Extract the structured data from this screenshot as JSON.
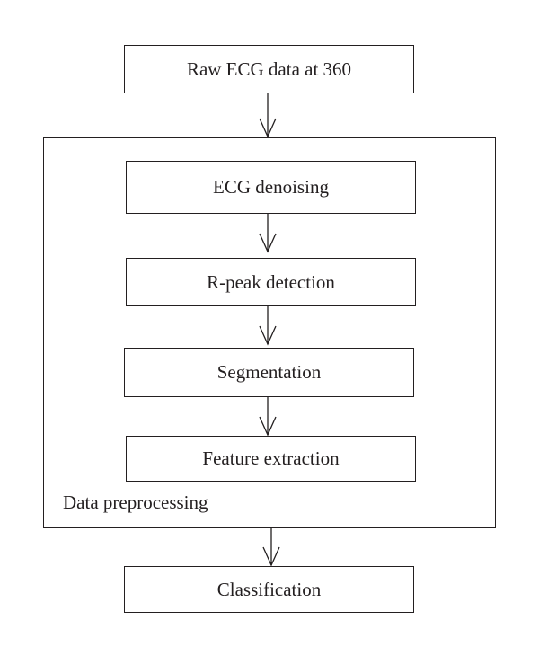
{
  "diagram": {
    "input_box": {
      "label": "Raw ECG data at 360"
    },
    "preprocessing_group": {
      "label": "Data preprocessing",
      "steps": [
        {
          "label": "ECG denoising"
        },
        {
          "label": "R-peak detection"
        },
        {
          "label": "Segmentation"
        },
        {
          "label": "Feature extraction"
        }
      ]
    },
    "output_box": {
      "label": "Classification"
    }
  }
}
